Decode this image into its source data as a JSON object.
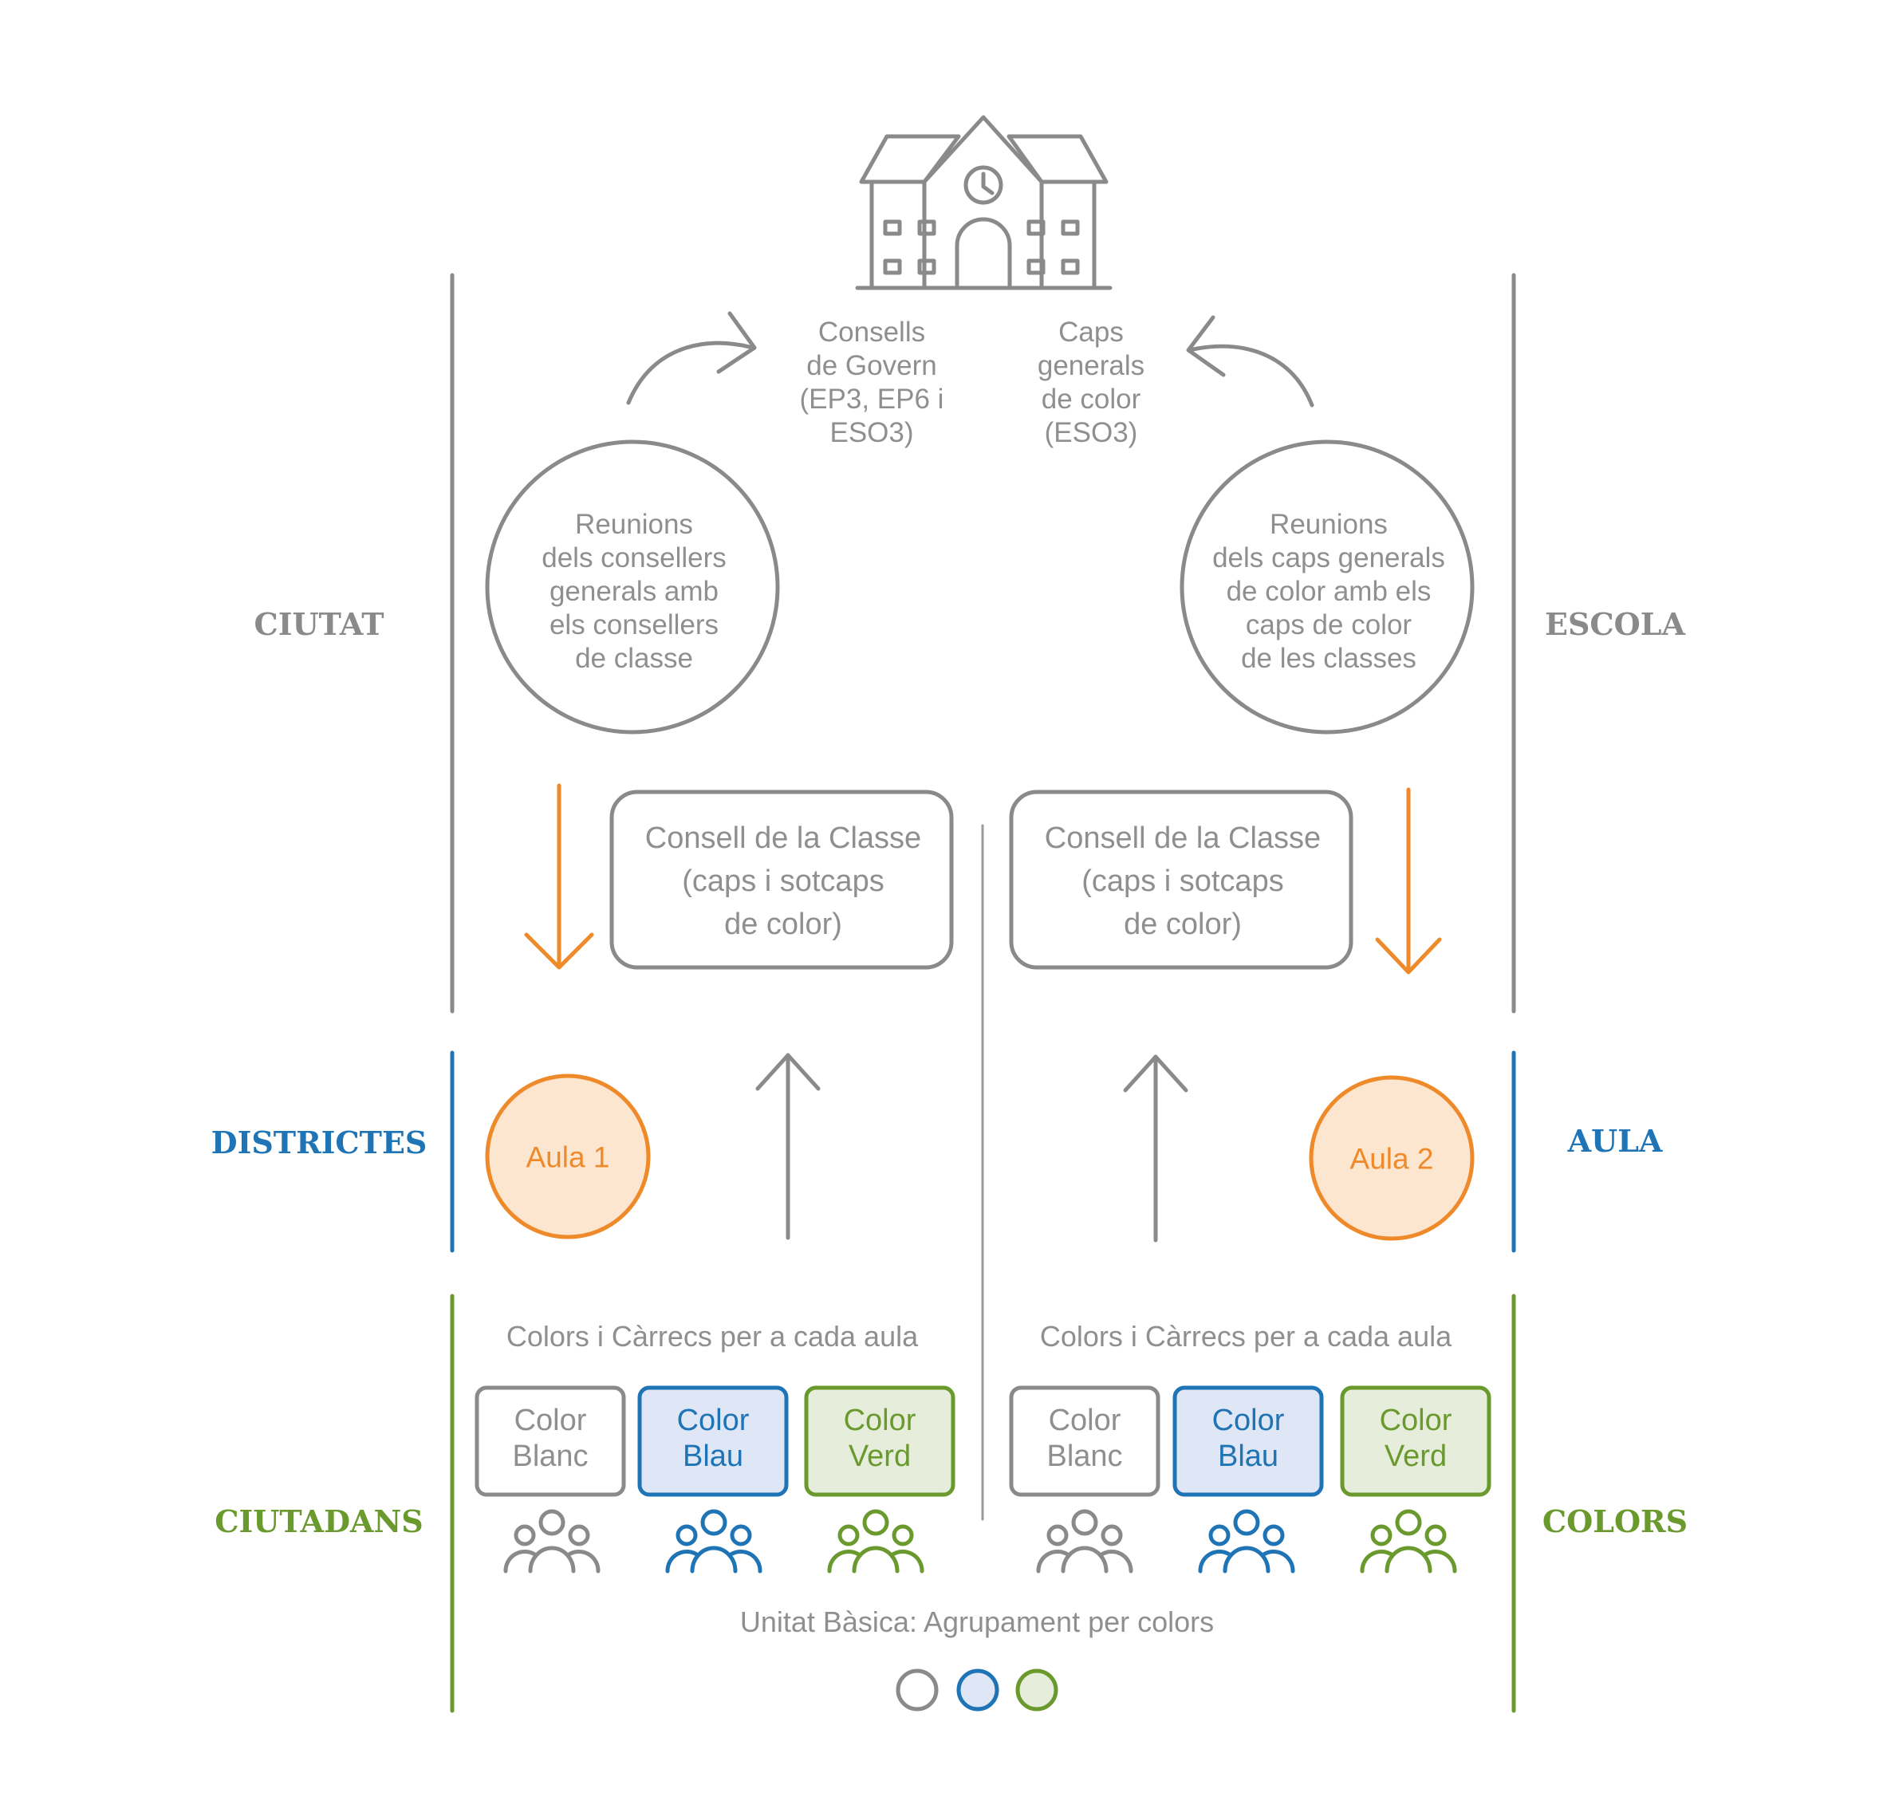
{
  "colors": {
    "gray": "#8a8a8a",
    "text_gray": "#8f8f8f",
    "blue": "#1f74b6",
    "green": "#6a9a2e",
    "orange": "#ee8a2a",
    "orange_fill": "#fde6d0",
    "blue_fill": "#dfe6f5",
    "green_fill": "#e6eedb"
  },
  "side_labels": {
    "ciutat": "CIUTAT",
    "escola": "ESCOLA",
    "districtes": "DISTRICTES",
    "aula": "AULA",
    "ciutadans": "CIUTADANS",
    "colors": "COLORS"
  },
  "top": {
    "icon": "school-building-icon",
    "left_lines": [
      "Consells",
      "de Govern",
      "(EP3, EP6 i",
      "ESO3)"
    ],
    "right_lines": [
      "Caps",
      "generals",
      "de color",
      "(ESO3)"
    ]
  },
  "circles": {
    "left_lines": [
      "Reunions",
      "dels consellers",
      "generals amb",
      "els consellers",
      "de classe"
    ],
    "right_lines": [
      "Reunions",
      "dels caps generals",
      "de color amb els",
      "caps de color",
      "de les classes"
    ]
  },
  "council": {
    "left_lines": [
      "Consell de la Classe",
      "(caps i sotcaps",
      "de color)"
    ],
    "right_lines": [
      "Consell de la Classe",
      "(caps i sotcaps",
      "de color)"
    ]
  },
  "aulas": {
    "left": "Aula 1",
    "right": "Aula 2"
  },
  "colors_section": {
    "left_title": "Colors i Càrrecs per a cada aula",
    "right_title": "Colors i Càrrecs per a cada aula",
    "boxes": [
      {
        "lines": [
          "Color",
          "Blanc"
        ],
        "tone": "white"
      },
      {
        "lines": [
          "Color",
          "Blau"
        ],
        "tone": "blue"
      },
      {
        "lines": [
          "Color",
          "Verd"
        ],
        "tone": "green"
      }
    ],
    "group_icon": "people-group-icon"
  },
  "footer": {
    "caption": "Unitat Bàsica: Agrupament per colors"
  }
}
